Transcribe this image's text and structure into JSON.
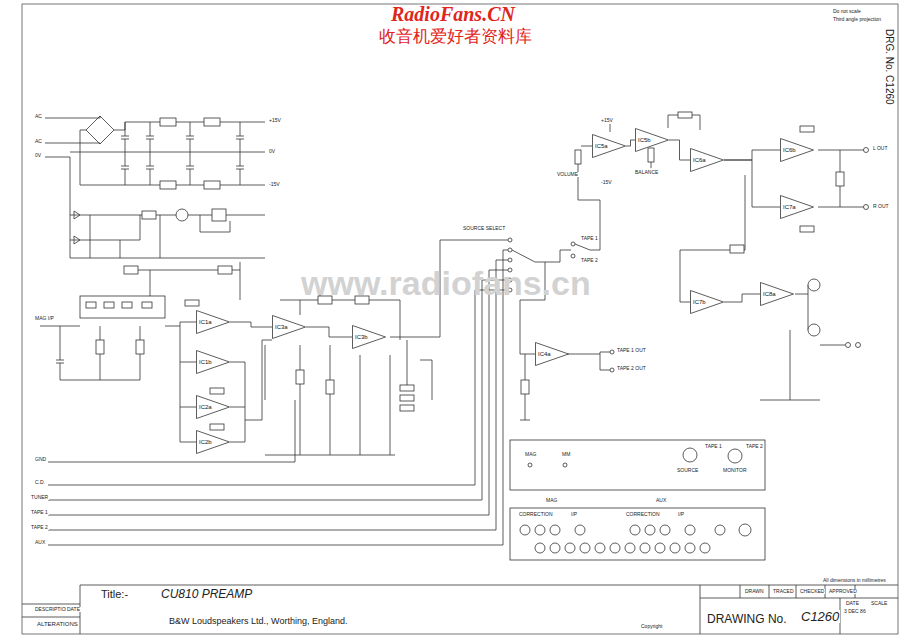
{
  "diagram": {
    "nodes": [
      {
        "text": [
          "IC1a"
        ]
      },
      {
        "text": [
          "IC1b"
        ]
      },
      {
        "text": [
          "IC2a"
        ]
      },
      {
        "text": [
          "IC2b"
        ]
      },
      {
        "text": [
          "IC3a"
        ]
      },
      {
        "text": [
          "IC3b"
        ]
      },
      {
        "text": [
          "IC4a"
        ]
      },
      {
        "text": [
          "IC5a"
        ]
      },
      {
        "text": [
          "IC5b"
        ]
      },
      {
        "text": [
          "IC6a"
        ]
      },
      {
        "text": [
          "IC6b"
        ]
      },
      {
        "text": [
          "IC7a"
        ]
      },
      {
        "text": [
          "IC7b"
        ]
      },
      {
        "text": [
          "IC8a"
        ]
      }
    ],
    "edges": [
      {
        "from": 0,
        "to": 4,
        "arrow": "none"
      },
      {
        "from": 4,
        "to": 5,
        "arrow": "none"
      },
      {
        "from": 7,
        "to": 8,
        "arrow": "none"
      },
      {
        "from": 8,
        "to": 9,
        "arrow": "none"
      },
      {
        "from": 9,
        "to": 10,
        "arrow": "none"
      },
      {
        "from": 9,
        "to": 11,
        "arrow": "none"
      },
      {
        "from": 12,
        "to": 13,
        "arrow": "none"
      }
    ],
    "labels": [
      "RadioFans.CN",
      "收音机爱好者资料库",
      "www.radiofans.cn",
      "Do not scale",
      "Third angle projection",
      "DRG. No. C1260",
      "+15V",
      "0V",
      "-15V",
      "AC",
      "AC",
      "0V",
      "MAG I/P",
      "GND",
      "C.D.",
      "TUNER",
      "TAPE 1",
      "TAPE 2",
      "AUX",
      "SOURCE SELECT",
      "TAPE 1",
      "TAPE 2",
      "TAPE 1 OUT",
      "TAPE 2 OUT",
      "VOLUME",
      "BALANCE",
      "L OUT",
      "R OUT",
      "+15V",
      "-15V",
      "MAG",
      "MM",
      "SOURCE",
      "TAPE 1",
      "MONITOR",
      "TAPE 2",
      "MAG",
      "AUX",
      "CORRECTION",
      "I/P",
      "CORRECTION",
      "I/P",
      "Title:-",
      "CU810 PREAMP",
      "B&W Loudspeakers Ltd., Worthing, England.",
      "DESCRIPTION",
      "DATE",
      "ALTERATIONS",
      "DRAWN",
      "TRACED",
      "CHECKED",
      "APPROVED",
      "DATE",
      "SCALE",
      "3 DEC 86",
      "DRAWING No.",
      "C1260",
      "All dimensions in millimetres",
      "Copyright"
    ]
  }
}
